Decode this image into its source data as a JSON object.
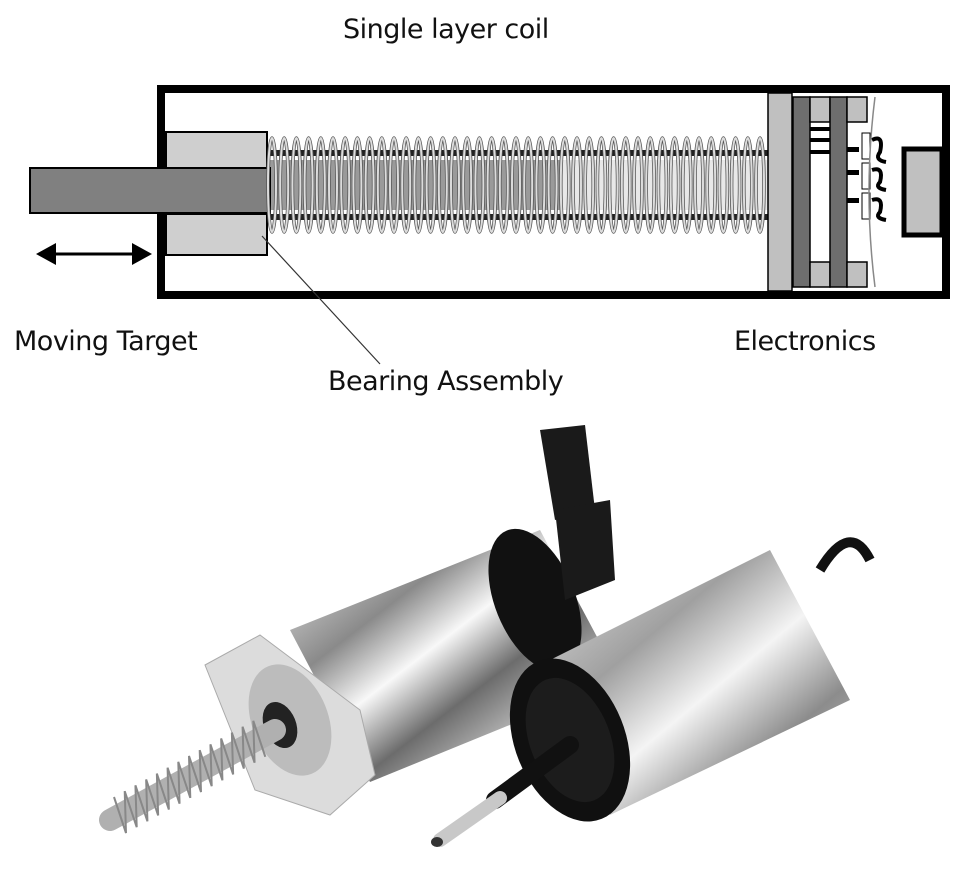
{
  "diagram": {
    "title": "Single layer coil",
    "labels": {
      "moving_target": "Moving Target",
      "bearing_assembly": "Bearing Assembly",
      "electronics": "Electronics"
    },
    "colors": {
      "housing": "#000000",
      "bearing": "#cccccc",
      "target_rod": "#808080",
      "coil_wire": "#d8d8d8",
      "pcb_dark": "#6e6e6e",
      "pcb_light": "#c0c0c0",
      "connector": "#c0c0c0"
    }
  },
  "photo": {
    "description": "Two stainless steel linear position sensors (LVIT) — one with flange mount, spring-loaded probe and angled black DIN connector; one with black end cap, thin probe tube and black cable",
    "colors": {
      "steel": "#c9c9c9",
      "black_parts": "#141414",
      "aluminium_flange": "#d9d9d9"
    }
  }
}
